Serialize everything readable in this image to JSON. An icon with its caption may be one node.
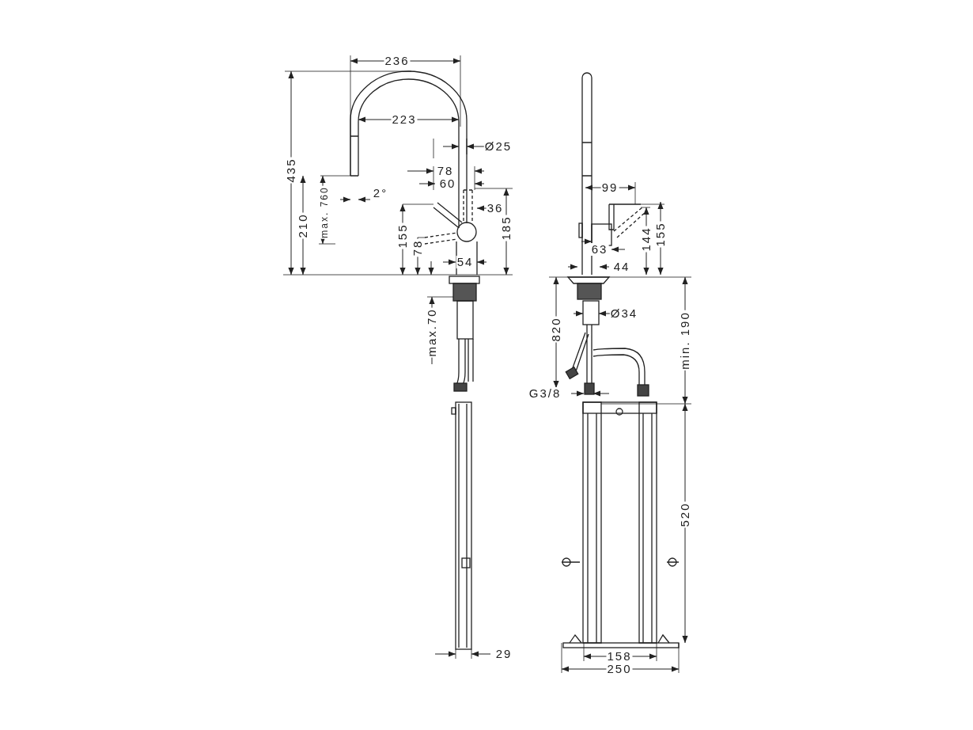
{
  "diagram": {
    "labels": [
      "236",
      "435",
      "223",
      "Ø25",
      "78",
      "60",
      "210",
      "max. 760",
      "2°",
      "36",
      "155",
      "78",
      "185",
      "54",
      "99",
      "144",
      "155",
      "63",
      "44",
      "max.70",
      "820",
      "Ø34",
      "min. 190",
      "G3/8",
      "520",
      "29",
      "158",
      "250"
    ]
  }
}
